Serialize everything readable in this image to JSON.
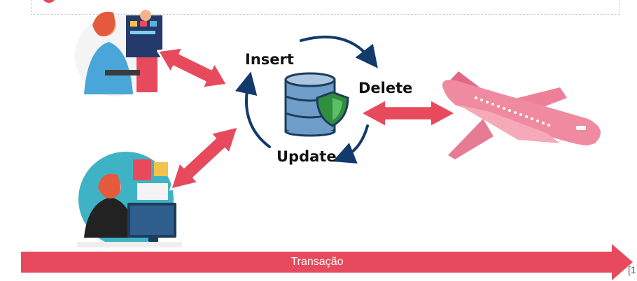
{
  "diagram": {
    "operations": {
      "insert": "Insert",
      "delete": "Delete",
      "update": "Update"
    },
    "timeline_label": "Transação",
    "footnote": "[1",
    "icons": [
      "database-shield-icon",
      "airplane-icon",
      "person-at-desk-illustration",
      "agent-on-phone-illustration"
    ],
    "colors": {
      "arrow": "#e84a5d",
      "cycle_arrow": "#123a6b",
      "database": "#6d9dc8",
      "shield": "#2e8f3e",
      "airplane": "#f08aa0"
    }
  }
}
